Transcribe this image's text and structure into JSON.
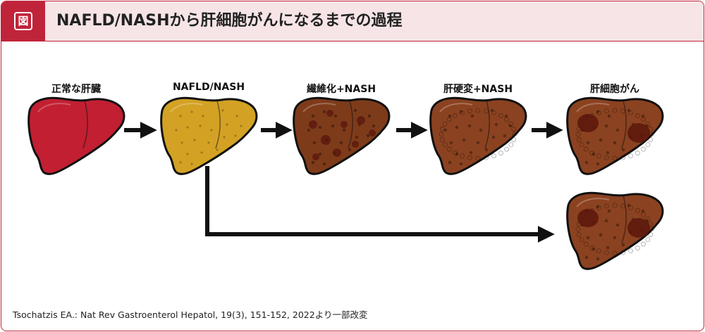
{
  "header": {
    "badge": "図",
    "title": "NAFLD/NASHから肝細胞がんになるまでの過程"
  },
  "stages": [
    {
      "label": "正常な肝臓",
      "color": "#c21f32"
    },
    {
      "label": "NAFLD/NASH",
      "color": "#d3a224"
    },
    {
      "label": "繊維化+NASH",
      "color": "#7e3b1a"
    },
    {
      "label": "肝硬変+NASH",
      "color": "#8b4220"
    },
    {
      "label": "肝細胞がん",
      "color": "#8b4220"
    }
  ],
  "source": "Tsochatzis EA.: Nat Rev Gastroenterol Hepatol, 19(3), 151-152, 2022より一部改変",
  "colors": {
    "accent": "#c0243a",
    "header_bg": "#f6e4e6",
    "tumor": "#5a160c",
    "arrow": "#111111"
  }
}
